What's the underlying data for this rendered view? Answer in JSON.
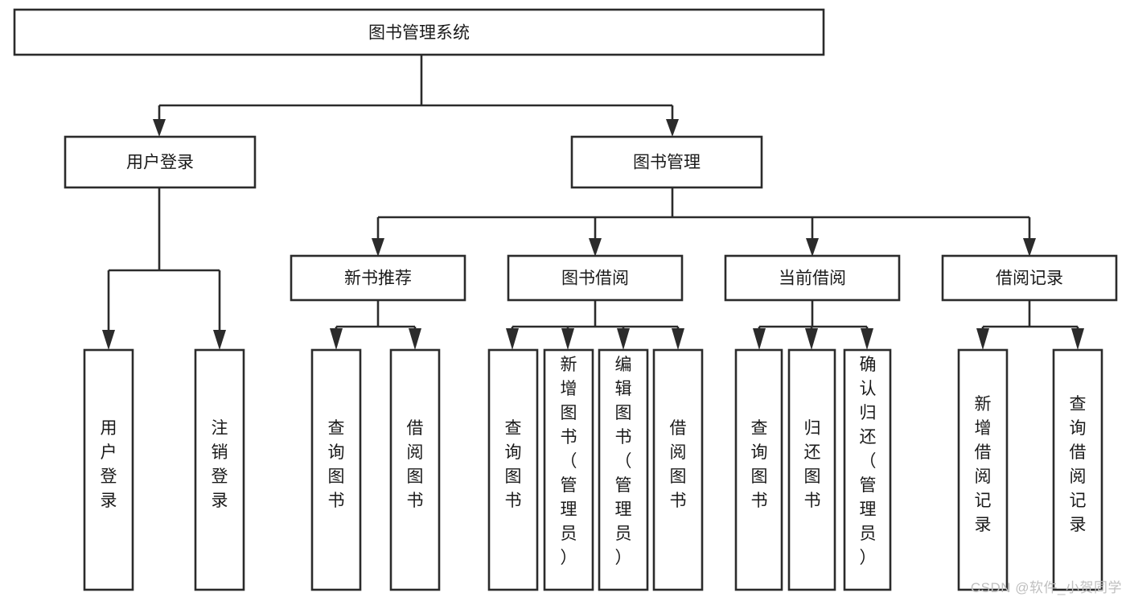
{
  "diagram": {
    "title": "图书管理系统",
    "type": "tree-hierarchy-diagram",
    "watermark": "CSDN @软件_小贺同学",
    "colors": {
      "box_stroke": "#2b2b2b",
      "box_fill": "#ffffff",
      "text": "#1a1a1a",
      "background": "#ffffff",
      "watermark": "#bfbfbf"
    },
    "root": {
      "label": "图书管理系统"
    },
    "level2": [
      {
        "label": "用户登录"
      },
      {
        "label": "图书管理"
      }
    ],
    "level3": [
      {
        "label": "新书推荐"
      },
      {
        "label": "图书借阅"
      },
      {
        "label": "当前借阅"
      },
      {
        "label": "借阅记录"
      }
    ],
    "leaves": {
      "user_login": [
        {
          "label": "用户登录"
        },
        {
          "label": "注销登录"
        }
      ],
      "new_book_recommend": [
        {
          "label": "查询图书"
        },
        {
          "label": "借阅图书"
        }
      ],
      "book_borrow": [
        {
          "label": "查询图书"
        },
        {
          "label": "新增图书（管理员）"
        },
        {
          "label": "编辑图书（管理员）"
        },
        {
          "label": "借阅图书"
        }
      ],
      "current_borrow": [
        {
          "label": "查询图书"
        },
        {
          "label": "归还图书"
        },
        {
          "label": "确认归还（管理员）"
        }
      ],
      "borrow_record": [
        {
          "label": "新增借阅记录"
        },
        {
          "label": "查询借阅记录"
        }
      ]
    }
  }
}
